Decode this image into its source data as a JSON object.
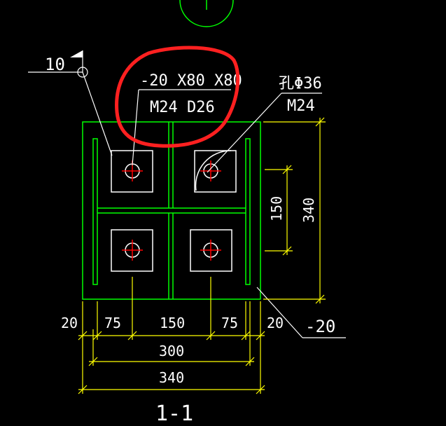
{
  "drawing": {
    "section_label": "1-1",
    "weld_symbol": {
      "size": "10"
    },
    "anchor_washer": {
      "plate_spec": "-20 X80 X80",
      "bolt_spec": "M24 D26"
    },
    "anchor_bolt": {
      "diameter_spec": "孔Φ36",
      "bolt_spec": "M24"
    },
    "base_plate_thickness": "-20",
    "dimensions": {
      "horizontal_segments": [
        "20",
        "75",
        "150",
        "75",
        "20"
      ],
      "bolt_spacing": "300",
      "overall_width": "340",
      "vertical_spacing": "150",
      "overall_height": "340"
    },
    "colors": {
      "background": "#000000",
      "outline": "#00ff00",
      "dimension": "#ffff00",
      "annotation": "#ffffff",
      "centerline": "#ff0000",
      "highlight": "#ff2020"
    }
  }
}
